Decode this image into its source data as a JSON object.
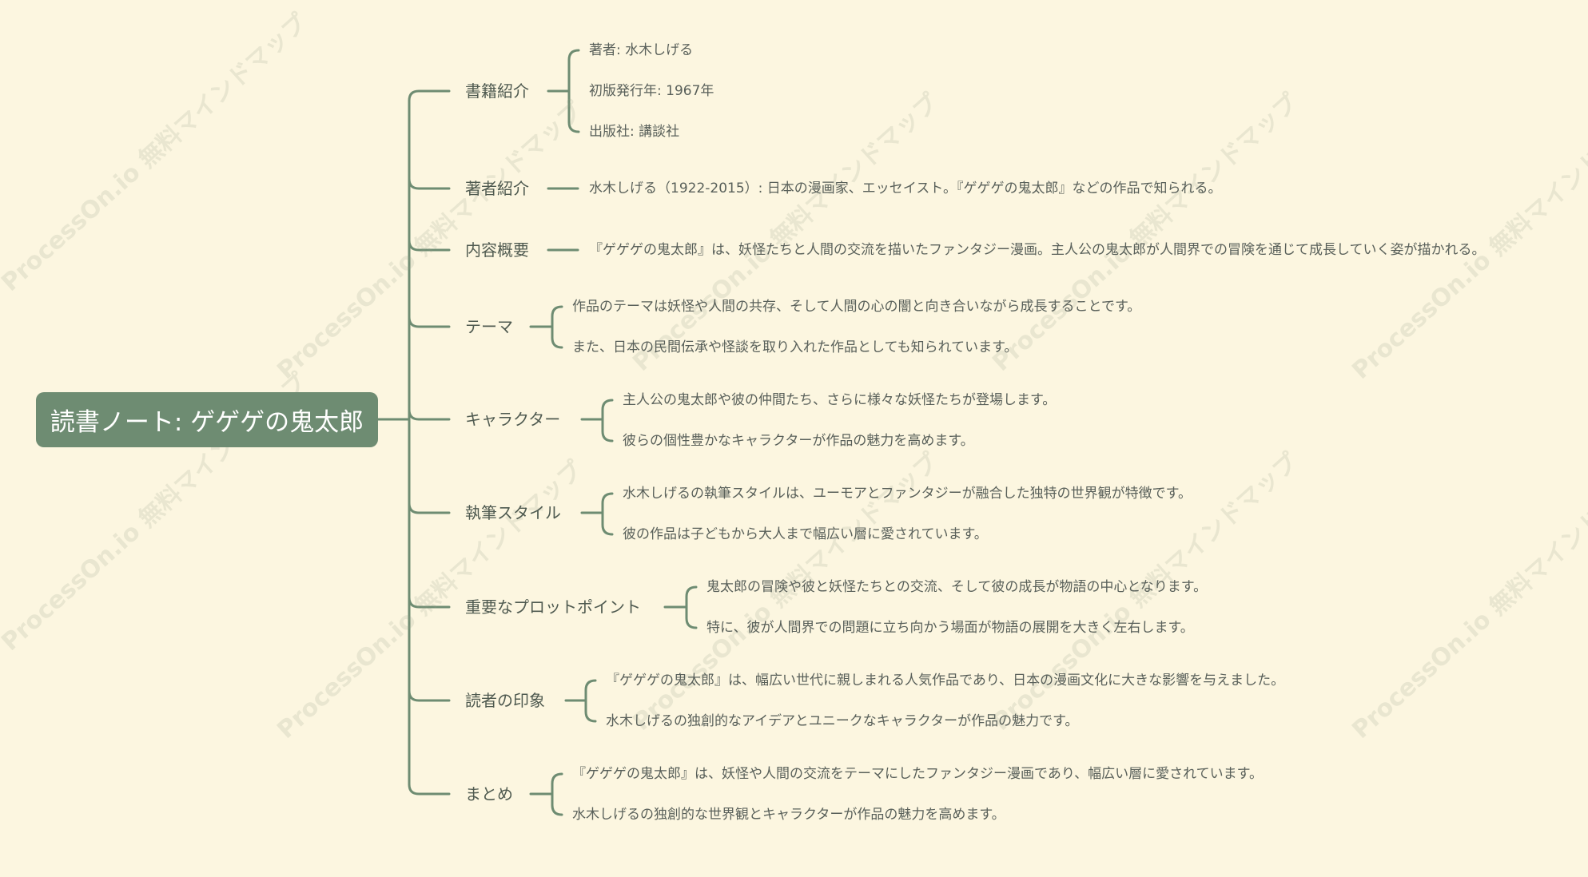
{
  "title": "読書ノート: ゲゲゲの鬼太郎",
  "watermark": "ProcessOn.io 無料マインドマップ",
  "colors": {
    "background": "#fcf6e0",
    "root": "#6e8c72",
    "line": "#6e8c72",
    "text": "#4f5a50"
  },
  "branches": [
    {
      "label": "書籍紹介",
      "items": [
        "著者: 水木しげる",
        "初版発行年: 1967年",
        "出版社: 講談社"
      ]
    },
    {
      "label": "著者紹介",
      "items": [
        "水木しげる（1922-2015）: 日本の漫画家、エッセイスト。『ゲゲゲの鬼太郎』などの作品で知られる。"
      ]
    },
    {
      "label": "内容概要",
      "items": [
        "『ゲゲゲの鬼太郎』は、妖怪たちと人間の交流を描いたファンタジー漫画。主人公の鬼太郎が人間界での冒険を通じて成長していく姿が描かれる。"
      ]
    },
    {
      "label": "テーマ",
      "items": [
        "作品のテーマは妖怪や人間の共存、そして人間の心の闇と向き合いながら成長することです。",
        "また、日本の民間伝承や怪談を取り入れた作品としても知られています。"
      ]
    },
    {
      "label": "キャラクター",
      "items": [
        "主人公の鬼太郎や彼の仲間たち、さらに様々な妖怪たちが登場します。",
        "彼らの個性豊かなキャラクターが作品の魅力を高めます。"
      ]
    },
    {
      "label": "執筆スタイル",
      "items": [
        "水木しげるの執筆スタイルは、ユーモアとファンタジーが融合した独特の世界観が特徴です。",
        "彼の作品は子どもから大人まで幅広い層に愛されています。"
      ]
    },
    {
      "label": "重要なプロットポイント",
      "items": [
        "鬼太郎の冒険や彼と妖怪たちとの交流、そして彼の成長が物語の中心となります。",
        "特に、彼が人間界での問題に立ち向かう場面が物語の展開を大きく左右します。"
      ]
    },
    {
      "label": "読者の印象",
      "items": [
        "『ゲゲゲの鬼太郎』は、幅広い世代に親しまれる人気作品であり、日本の漫画文化に大きな影響を与えました。",
        "水木しげるの独創的なアイデアとユニークなキャラクターが作品の魅力です。"
      ]
    },
    {
      "label": "まとめ",
      "items": [
        "『ゲゲゲの鬼太郎』は、妖怪や人間の交流をテーマにしたファンタジー漫画であり、幅広い層に愛されています。",
        "水木しげるの独創的な世界観とキャラクターが作品の魅力を高めます。"
      ]
    }
  ]
}
